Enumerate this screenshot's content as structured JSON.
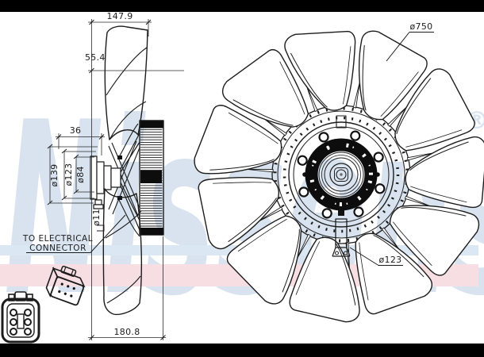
{
  "watermark": {
    "text": "Nissens",
    "registered": "®",
    "color": "#b9cde3"
  },
  "colors": {
    "line": "#1c1c1c",
    "band_blue": "#dbe7f2",
    "band_pink": "#f6dee3",
    "bar_black": "#000000"
  },
  "side_view": {
    "labels": {
      "dim_width": "147.9",
      "dim_depth": "55.4",
      "dim_offset": "36",
      "dim_d139": "ø139",
      "dim_d123": "ø123",
      "dim_d84": "ø84",
      "dim_d11": "ø11",
      "dim_total": "180.8",
      "note_line1": "TO ELECTRICAL",
      "note_line2": "CONNECTOR"
    }
  },
  "front_view": {
    "labels": {
      "dim_fan_diameter": "ø750",
      "dim_hub_diameter": "ø123"
    },
    "blade_count": 11,
    "bolt_hole_count": 8
  }
}
